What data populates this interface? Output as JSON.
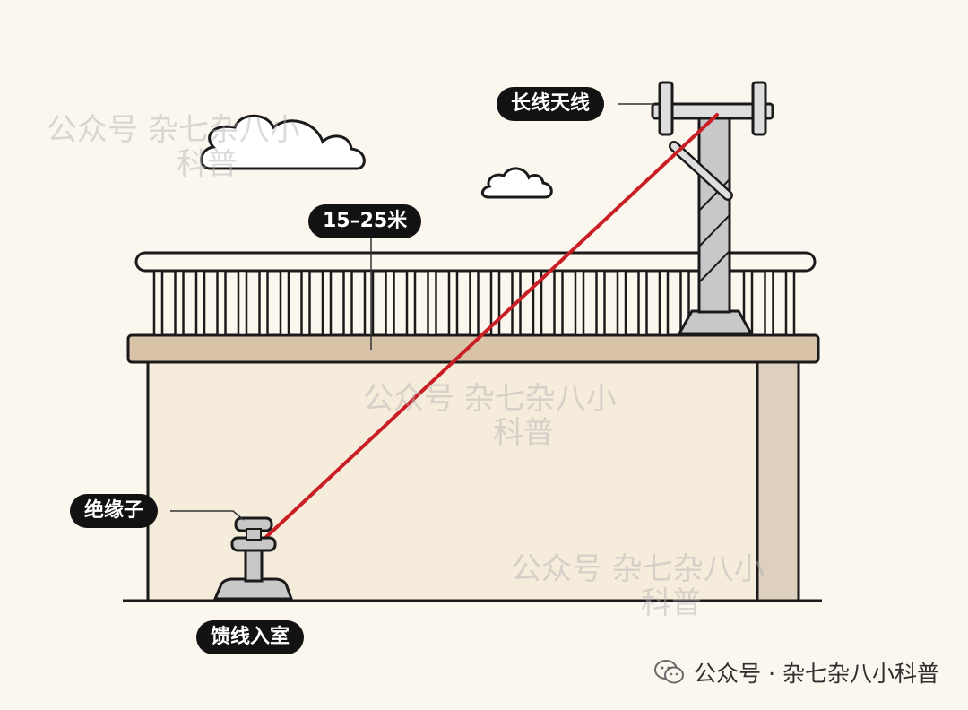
{
  "diagram": {
    "labels": {
      "antenna": "长线天线",
      "length": "15–25米",
      "insulator": "绝缘子",
      "feedline": "馈线入室"
    },
    "watermark": {
      "line1": "公众号    杂七杂八小",
      "line2": "科普"
    },
    "footer": {
      "text": "公众号 · 杂七杂八小科普",
      "icon": "wechat-icon"
    },
    "colors": {
      "wire": "#c81e24",
      "wall": "#f6ecdc",
      "cap": "#d8c2a8",
      "rail": "#fdf8ef",
      "mast": "#c8c8c8",
      "outline": "#1a1a1a"
    }
  }
}
